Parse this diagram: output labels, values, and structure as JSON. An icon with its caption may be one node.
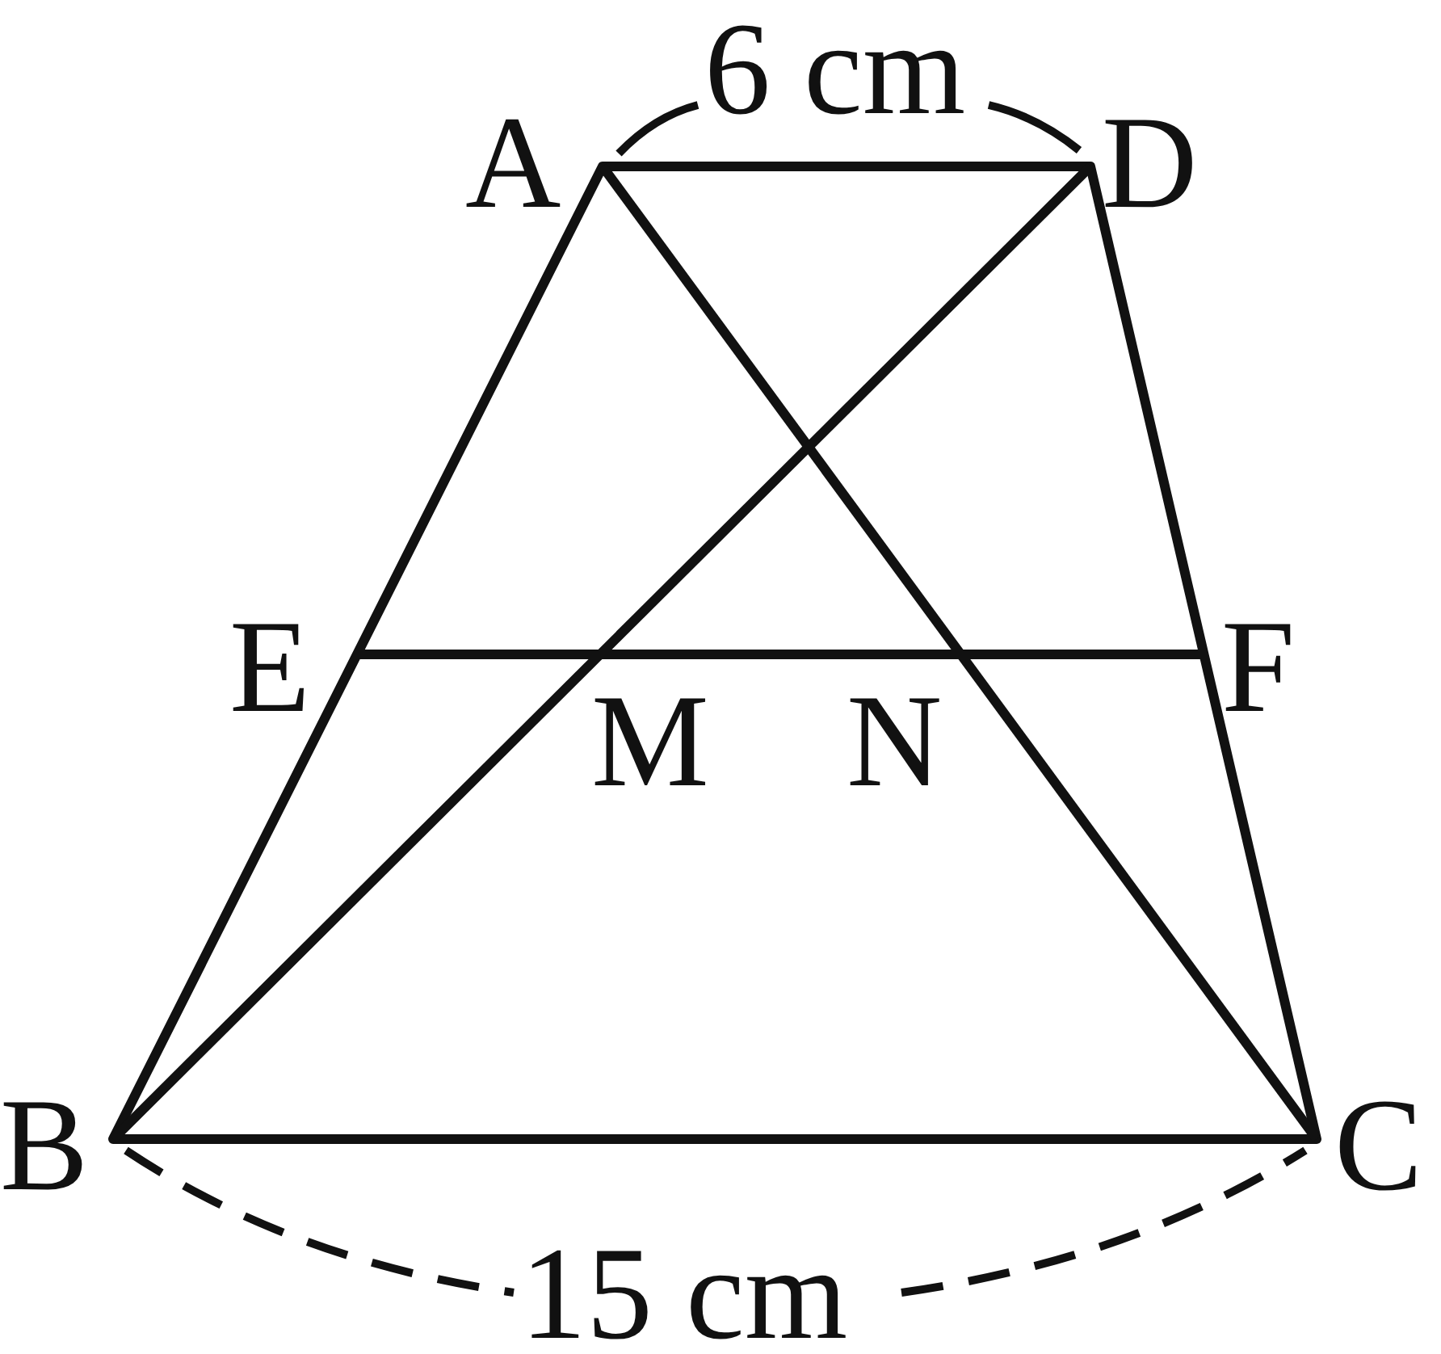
{
  "diagram": {
    "labels": [
      "6 cm",
      "A",
      "D",
      "E",
      "F",
      "M",
      "N",
      "B",
      "C",
      "15 cm"
    ]
  }
}
